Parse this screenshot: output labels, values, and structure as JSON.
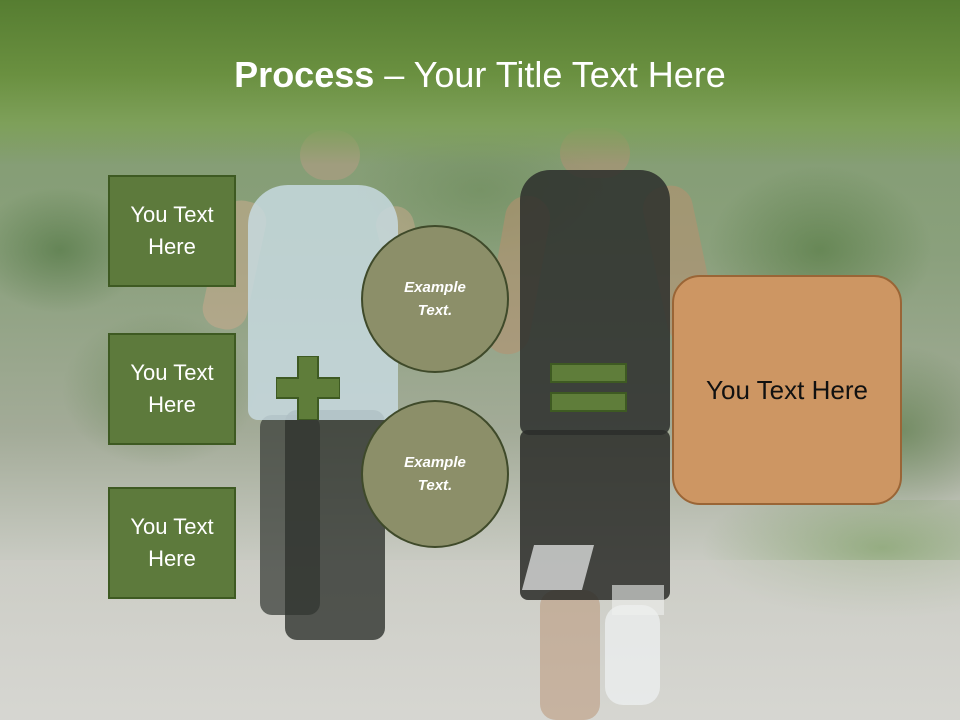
{
  "slide": {
    "title_bold": "Process",
    "title_rest": " – Your Title Text Here"
  },
  "left_boxes": [
    {
      "text": "You Text Here"
    },
    {
      "text": "You Text Here"
    },
    {
      "text": "You Text Here"
    }
  ],
  "circles": [
    {
      "text": "Example Text."
    },
    {
      "text": "Example Text."
    }
  ],
  "result": {
    "text": "You Text Here"
  },
  "colors": {
    "title_bar": "#6a9040",
    "box_fill": "#5d7a3c",
    "circle_fill": "#8c8f69",
    "result_fill": "#cd9663",
    "symbol_fill": "#5f7d3a"
  },
  "icons": [
    "plus-icon",
    "equals-icon"
  ]
}
